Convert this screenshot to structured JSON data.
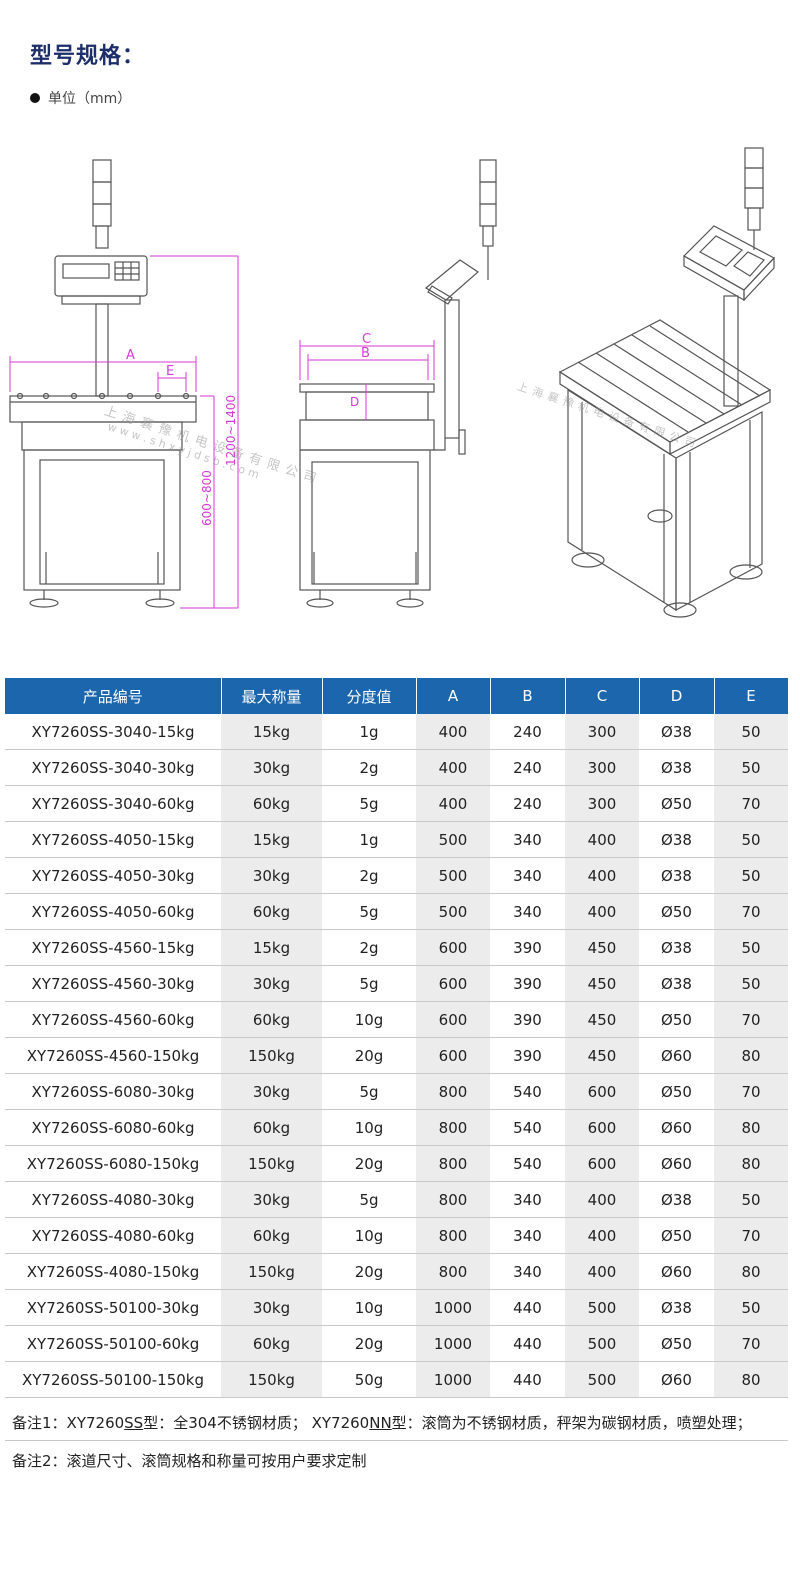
{
  "section_title": "型号规格：",
  "unit_note": "单位（mm）",
  "drawings": {
    "front_view": {
      "dim_A": "A",
      "dim_E": "E",
      "dim_height_total": "1200~1400",
      "dim_height_table": "600~800"
    },
    "side_view": {
      "dim_C": "C",
      "dim_B": "B",
      "dim_D": "D"
    }
  },
  "watermark": {
    "company": "上海襄豫机电设备有限公司",
    "url": "w w w . s h x y j d s b . c o m"
  },
  "table": {
    "headers": [
      "产品编号",
      "最大称量",
      "分度值",
      "A",
      "B",
      "C",
      "D",
      "E"
    ],
    "rows": [
      [
        "XY7260SS-3040-15kg",
        "15kg",
        "1g",
        "400",
        "240",
        "300",
        "Ø38",
        "50"
      ],
      [
        "XY7260SS-3040-30kg",
        "30kg",
        "2g",
        "400",
        "240",
        "300",
        "Ø38",
        "50"
      ],
      [
        "XY7260SS-3040-60kg",
        "60kg",
        "5g",
        "400",
        "240",
        "300",
        "Ø50",
        "70"
      ],
      [
        "XY7260SS-4050-15kg",
        "15kg",
        "1g",
        "500",
        "340",
        "400",
        "Ø38",
        "50"
      ],
      [
        "XY7260SS-4050-30kg",
        "30kg",
        "2g",
        "500",
        "340",
        "400",
        "Ø38",
        "50"
      ],
      [
        "XY7260SS-4050-60kg",
        "60kg",
        "5g",
        "500",
        "340",
        "400",
        "Ø50",
        "70"
      ],
      [
        "XY7260SS-4560-15kg",
        "15kg",
        "2g",
        "600",
        "390",
        "450",
        "Ø38",
        "50"
      ],
      [
        "XY7260SS-4560-30kg",
        "30kg",
        "5g",
        "600",
        "390",
        "450",
        "Ø38",
        "50"
      ],
      [
        "XY7260SS-4560-60kg",
        "60kg",
        "10g",
        "600",
        "390",
        "450",
        "Ø50",
        "70"
      ],
      [
        "XY7260SS-4560-150kg",
        "150kg",
        "20g",
        "600",
        "390",
        "450",
        "Ø60",
        "80"
      ],
      [
        "XY7260SS-6080-30kg",
        "30kg",
        "5g",
        "800",
        "540",
        "600",
        "Ø50",
        "70"
      ],
      [
        "XY7260SS-6080-60kg",
        "60kg",
        "10g",
        "800",
        "540",
        "600",
        "Ø60",
        "80"
      ],
      [
        "XY7260SS-6080-150kg",
        "150kg",
        "20g",
        "800",
        "540",
        "600",
        "Ø60",
        "80"
      ],
      [
        "XY7260SS-4080-30kg",
        "30kg",
        "5g",
        "800",
        "340",
        "400",
        "Ø38",
        "50"
      ],
      [
        "XY7260SS-4080-60kg",
        "60kg",
        "10g",
        "800",
        "340",
        "400",
        "Ø50",
        "70"
      ],
      [
        "XY7260SS-4080-150kg",
        "150kg",
        "20g",
        "800",
        "340",
        "400",
        "Ø60",
        "80"
      ],
      [
        "XY7260SS-50100-30kg",
        "30kg",
        "10g",
        "1000",
        "440",
        "500",
        "Ø38",
        "50"
      ],
      [
        "XY7260SS-50100-60kg",
        "60kg",
        "20g",
        "1000",
        "440",
        "500",
        "Ø50",
        "70"
      ],
      [
        "XY7260SS-50100-150kg",
        "150kg",
        "50g",
        "1000",
        "440",
        "500",
        "Ø60",
        "80"
      ]
    ]
  },
  "notes": {
    "note1": {
      "prefix": "备注1：XY7260",
      "ss_code": "SS",
      "middle": "型：全304不锈钢材质； XY7260",
      "nn_code": "NN",
      "suffix": "型：滚筒为不锈钢材质，秤架为碳钢材质，喷塑处理；"
    },
    "note2": "备注2：滚道尺寸、滚筒规格和称量可按用户要求定制"
  },
  "colors": {
    "title": "#1d2f6b",
    "table_header": "#1c66ae",
    "dimension_lines": "#d63ad6",
    "row_shade": "#ececec"
  }
}
